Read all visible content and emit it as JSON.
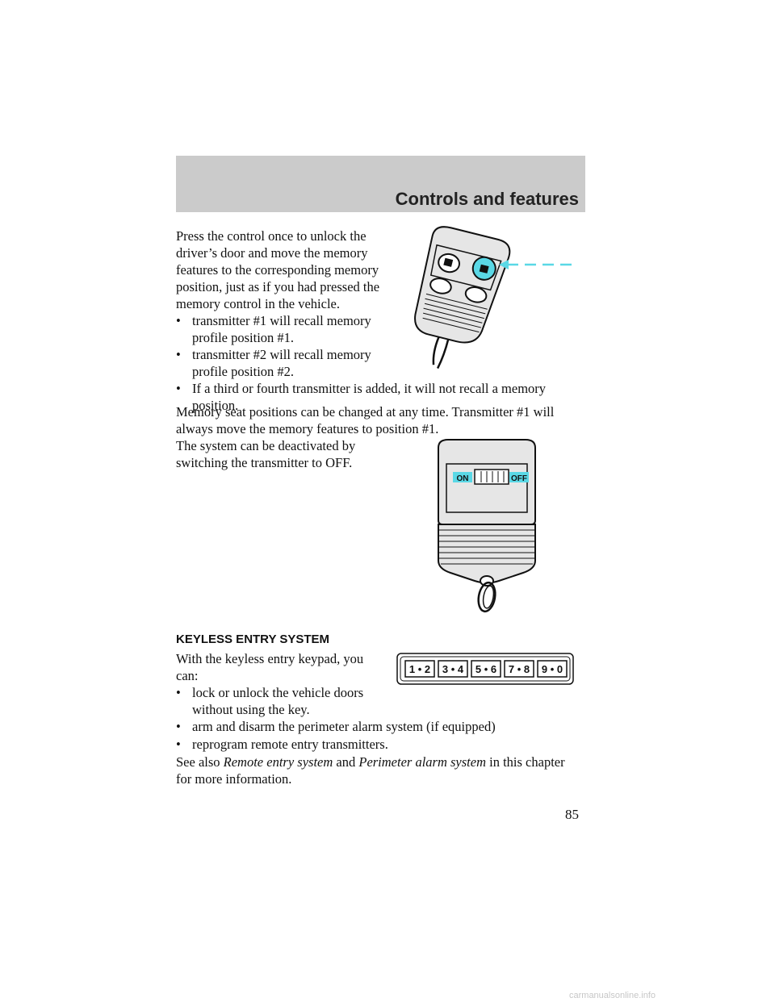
{
  "header": {
    "title": "Controls and features"
  },
  "para1": "Press the control once to unlock the driver’s door and move the memory features to the corresponding memory position, just as if you had pressed the memory control in the vehicle.",
  "bullets1": [
    "transmitter #1 will recall memory profile position #1.",
    "transmitter #2 will recall memory profile position #2.",
    "If a third or fourth transmitter is added, it will not recall a memory position."
  ],
  "para2": "Memory seat positions can be changed at any time. Transmitter #1 will always move the memory features to position #1.",
  "para3": "The system can be deactivated by switching the transmitter to OFF.",
  "switch": {
    "on": "ON",
    "off": "OFF"
  },
  "section_heading": "KEYLESS ENTRY SYSTEM",
  "para4": "With the keyless entry keypad, you can:",
  "keypad": [
    "1 • 2",
    "3 • 4",
    "5 • 6",
    "7 • 8",
    "9 • 0"
  ],
  "bullets2": [
    "lock or unlock the vehicle doors without using the key.",
    "arm and disarm the perimeter alarm system (if equipped)",
    "reprogram remote entry transmitters."
  ],
  "see_also": {
    "prefix": "See also ",
    "link1": "Remote entry system",
    "mid": " and ",
    "link2": "Perimeter alarm system",
    "suffix": " in this chapter for more information."
  },
  "page_number": "85",
  "watermark": "carmanualsonline.info",
  "colors": {
    "accent": "#5ad8e6",
    "header_band": "#cbcbcb"
  }
}
